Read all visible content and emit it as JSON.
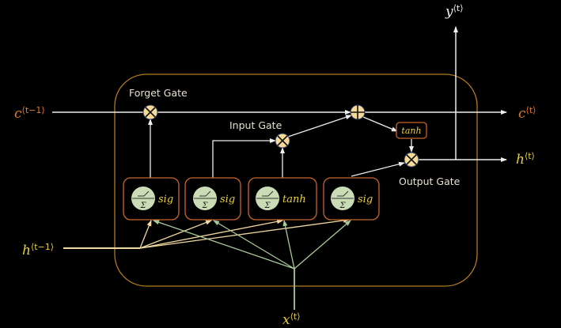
{
  "diagram": {
    "title": "LSTM cell",
    "colors": {
      "background": "#000000",
      "cell_border": "#b07a1c",
      "box_border": "#c8642c",
      "main_line": "#eeeeee",
      "h_line": "#f0d9a0",
      "x_line": "#a9c99a",
      "op_fill": "#f7d996",
      "act_circle": "#c9dcb5",
      "c_label": "#e37a2a",
      "h_label": "#e6cf3a",
      "y_label": "#f2f2f2",
      "fn_label": "#e6cf3a"
    },
    "labels": {
      "forget_gate": "Forget Gate",
      "input_gate": "Input Gate",
      "output_gate": "Output Gate"
    },
    "io": {
      "c_prev": {
        "base": "c",
        "sup": "⟨t−1⟩"
      },
      "c_next": {
        "base": "c",
        "sup": "⟨t⟩"
      },
      "h_prev": {
        "base": "h",
        "sup": "⟨t−1⟩"
      },
      "h_next": {
        "base": "h",
        "sup": "⟨t⟩"
      },
      "x_in": {
        "base": "x",
        "sup": "⟨t⟩"
      },
      "y_out": {
        "base": "y",
        "sup": "⟨t⟩"
      }
    },
    "activation_units": [
      {
        "id": "forget",
        "fn": "sig",
        "sigma": "Σ"
      },
      {
        "id": "input-candidate-gate",
        "fn": "sig",
        "sigma": "Σ"
      },
      {
        "id": "candidate",
        "fn": "tanh",
        "sigma": "Σ"
      },
      {
        "id": "output",
        "fn": "sig",
        "sigma": "Σ"
      }
    ],
    "tanh_box": "tanh",
    "operators": {
      "multiply": "⊗",
      "add": "⊕"
    }
  }
}
